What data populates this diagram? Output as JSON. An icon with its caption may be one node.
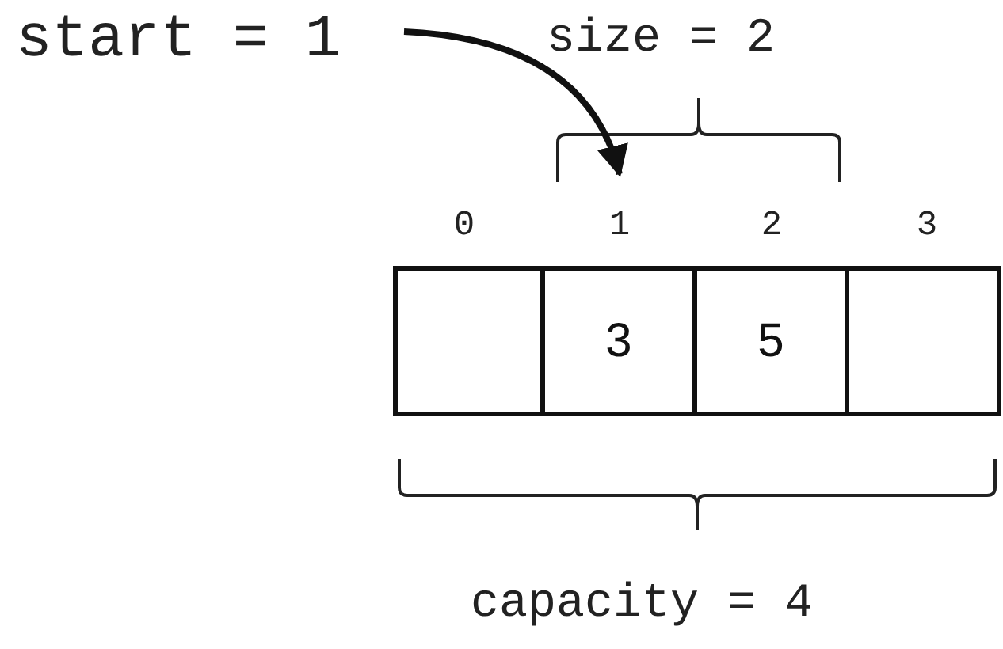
{
  "diagram": {
    "nodes": [
      {
        "text": [
          "start = 1"
        ]
      },
      {
        "text": [
          "1"
        ]
      },
      {
        "text": [],
        "shape": "box"
      },
      {
        "text": [
          "3"
        ]
      },
      {
        "text": [
          "5"
        ]
      },
      {
        "text": [],
        "shape": "box"
      }
    ],
    "edges": [
      {
        "from": 0,
        "to": 1,
        "arrow": "to"
      }
    ],
    "labels": [
      "size = 2",
      "0",
      "2",
      "3",
      "capacity = 4"
    ]
  }
}
